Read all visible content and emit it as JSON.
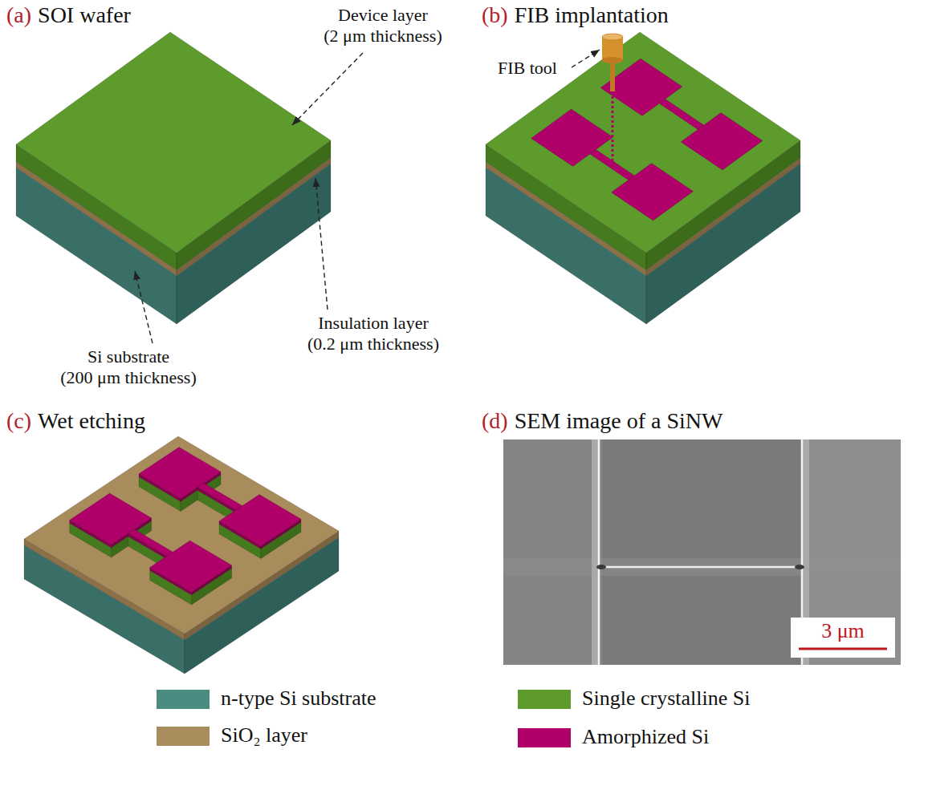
{
  "diagram": {
    "labels": [
      "(a)",
      "SOI wafer",
      "Device layer (2 μm thickness)",
      "Si substrate (200 μm thickness)",
      "Insulation layer (0.2 μm thickness)",
      "(b)",
      "FIB implantation",
      "FIB tool",
      "(c)",
      "Wet etching",
      "(d)",
      "SEM image of a SiNW",
      "3 μm"
    ],
    "legend": [
      {
        "text": "n-type Si substrate",
        "color": "#4a8b82"
      },
      {
        "text": "SiO₂ layer",
        "color": "#a98c5c"
      },
      {
        "text": "Single crystalline Si",
        "color": "#5c9b2c"
      },
      {
        "text": "Amorphized Si",
        "color": "#b0006a"
      }
    ]
  }
}
